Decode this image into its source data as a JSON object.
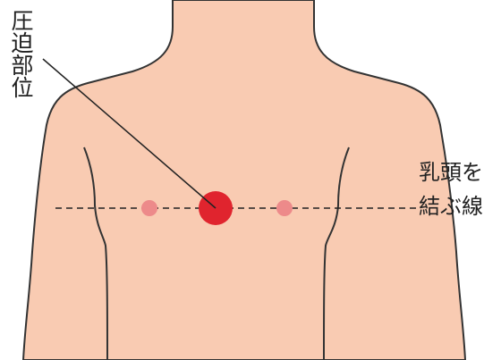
{
  "labels": {
    "pressure_site": "圧迫部位",
    "nipple_line_1": "乳頭を",
    "nipple_line_2": "結ぶ線"
  },
  "colors": {
    "skin": "#f9cbb2",
    "outline": "#333333",
    "pressure_point": "#e0242e",
    "nipple": "#ed8a8a",
    "line": "#222222"
  }
}
